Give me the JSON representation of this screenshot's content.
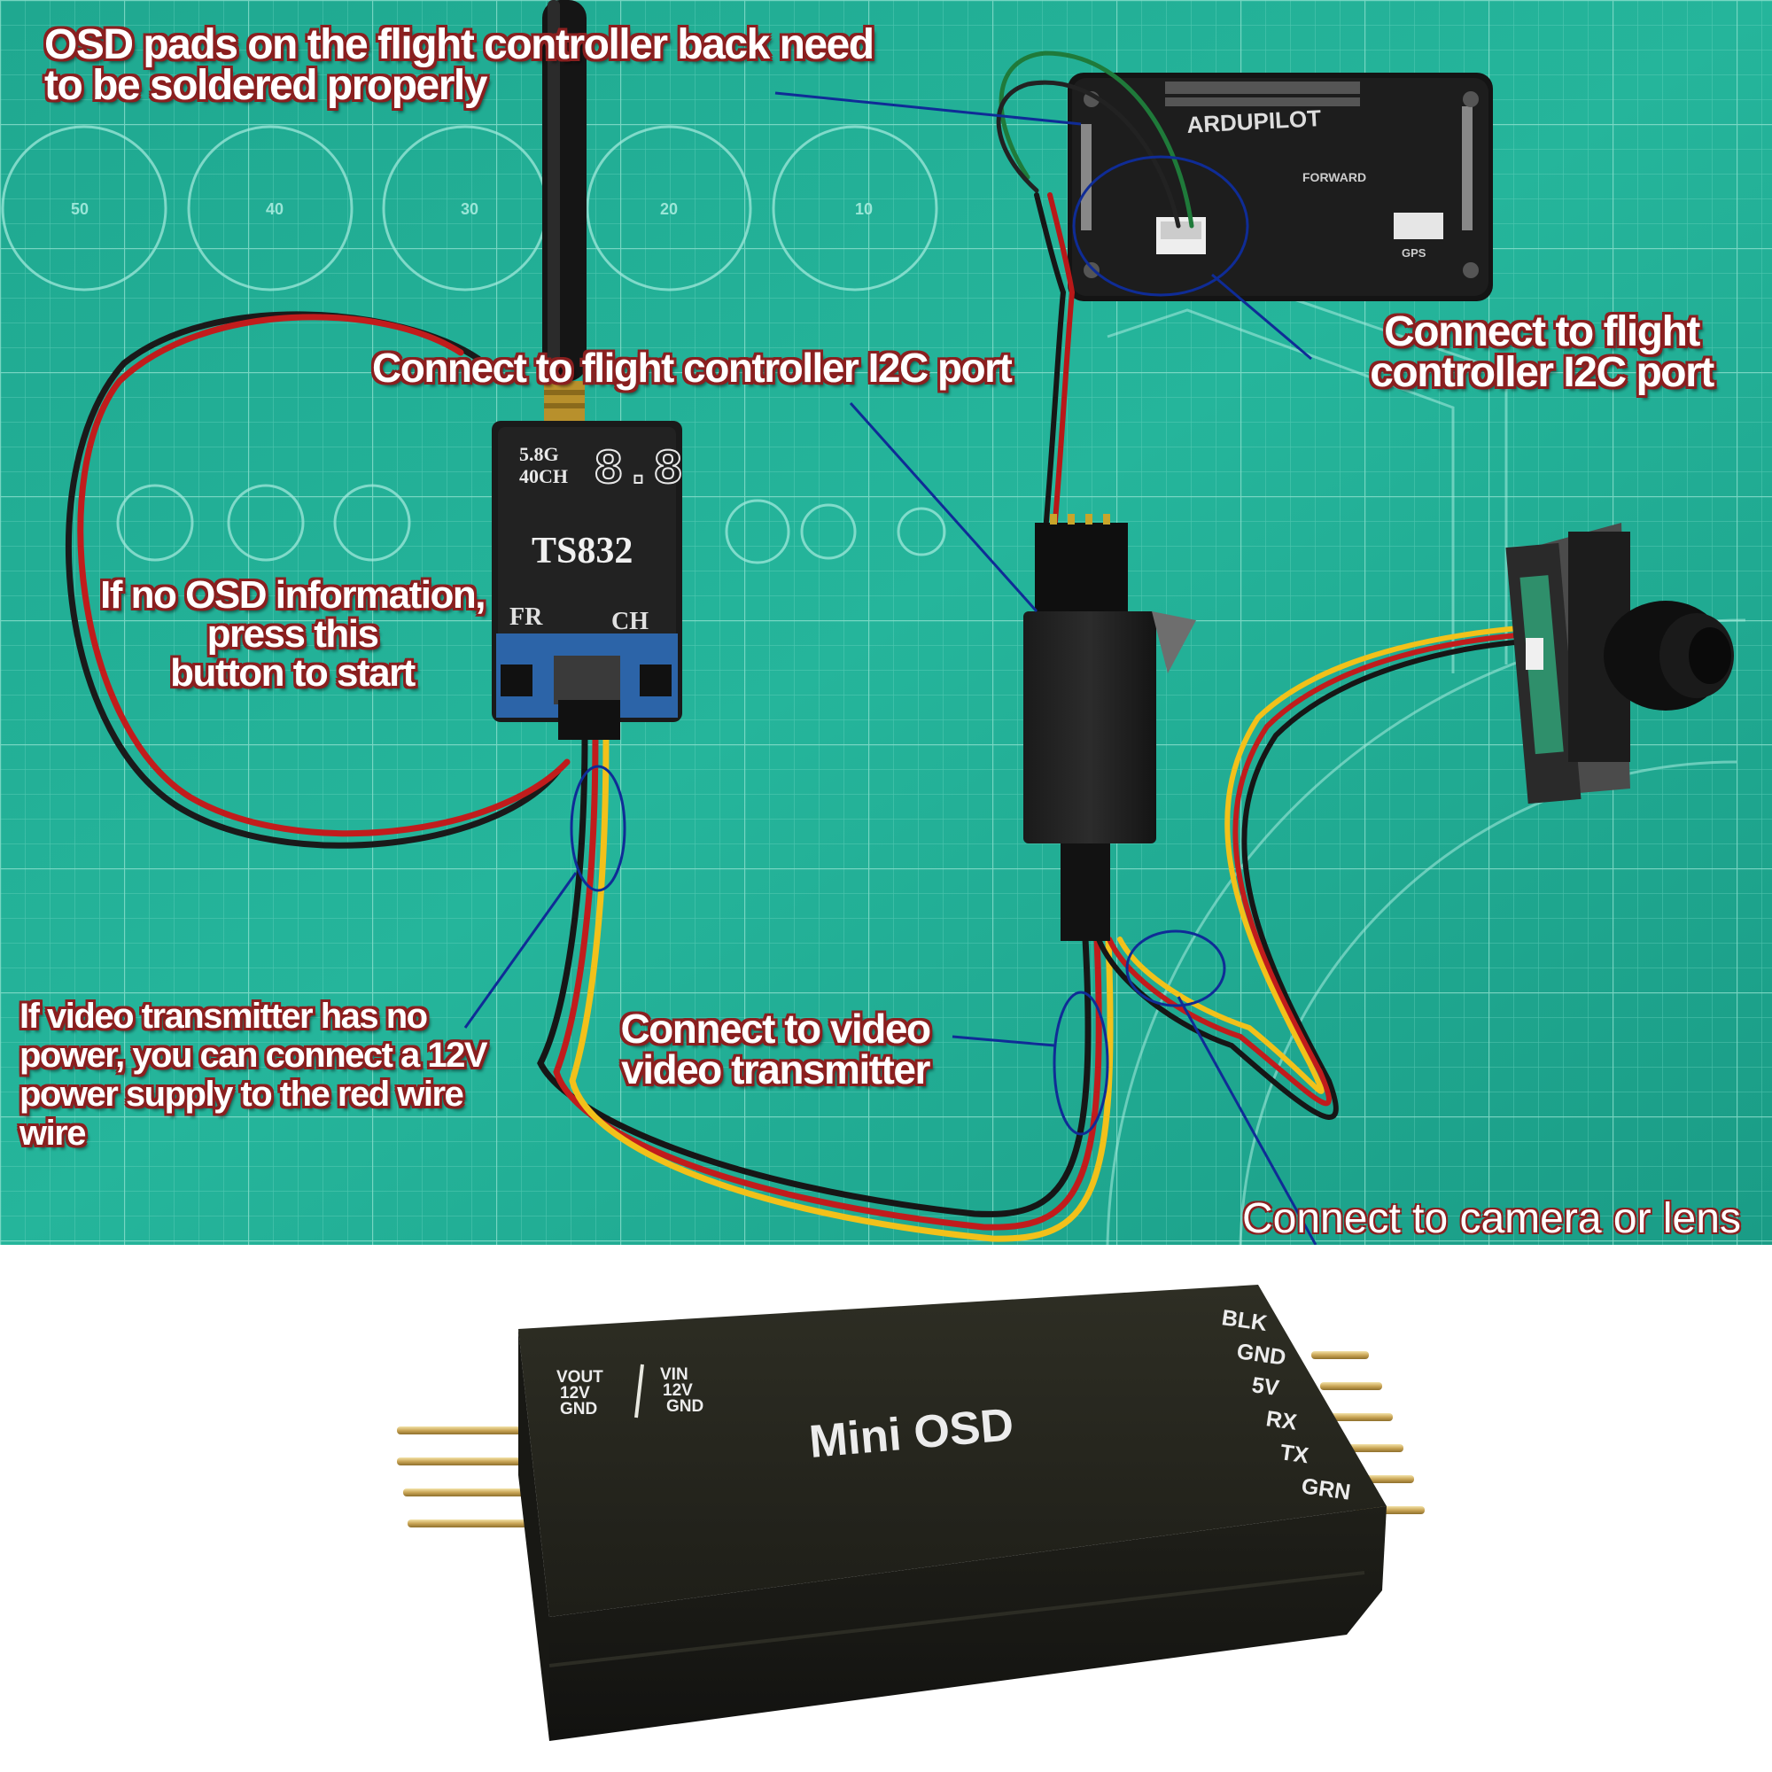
{
  "captions": {
    "osd_pads": "OSD pads on the flight controller back need\nto be soldered properly",
    "i2c_left": "Connect to flight controller I2C port",
    "i2c_right": "Connect to flight\ncontroller I2C port",
    "press_button": "If no OSD information,\npress this\nbutton to start",
    "power": "If video transmitter has no\n power, you can connect a 12V\npower supply to the red wire\nwire",
    "vtx": "Connect to video\nvideo transmitter",
    "camera": "Connect to camera or lens"
  },
  "transmitter": {
    "model": "TS832",
    "band": "5.8G",
    "channels": "40CH",
    "display": "8.8",
    "button_left": "FR",
    "button_right": "CH"
  },
  "flight_controller": {
    "brand": "ARDUPILOT",
    "forward_label": "FORWARD",
    "port_label": "GPS"
  },
  "mat_numbers": [
    "50",
    "40",
    "30",
    "20",
    "10"
  ],
  "mini_osd": {
    "title": "Mini OSD",
    "left_label_1": "VOUT",
    "left_label_2": "12V",
    "left_label_3": "GND",
    "right_label_1": "VIN",
    "right_label_2": "12V",
    "right_label_3": "GND",
    "pins": [
      "BLK",
      "GND",
      "5V",
      "RX",
      "TX",
      "GRN"
    ]
  }
}
